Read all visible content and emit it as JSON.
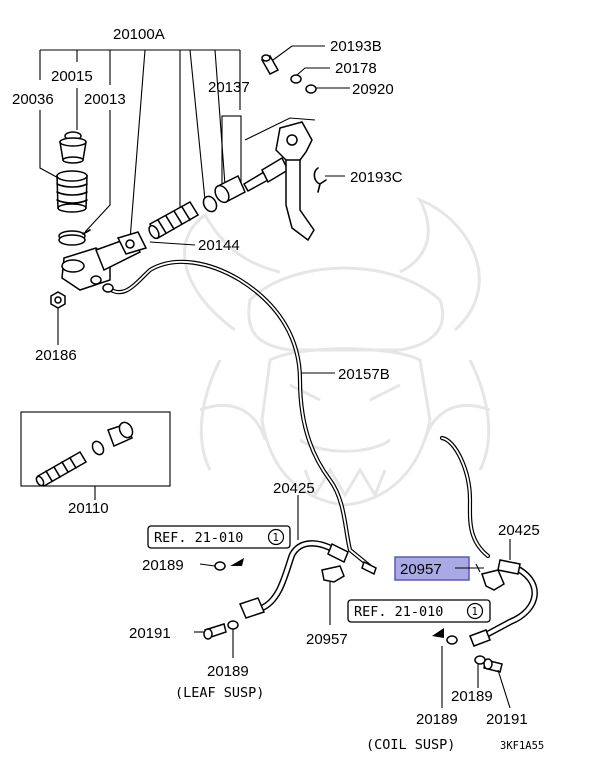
{
  "labels": {
    "p20100A": "20100A",
    "p20015": "20015",
    "p20036": "20036",
    "p20013": "20013",
    "p20137": "20137",
    "p20144": "20144",
    "p20186": "20186",
    "p20193B": "20193B",
    "p20178": "20178",
    "p20920": "20920",
    "p20193C": "20193C",
    "p20157B": "20157B",
    "p20110": "20110",
    "p20425_left": "20425",
    "p20425_right": "20425",
    "p20189_a": "20189",
    "p20191_a": "20191",
    "p20189_b": "20189",
    "p20957_a": "20957",
    "p20957_highlight": "20957",
    "p20189_c": "20189",
    "p20191_b": "20191",
    "p20189_d": "20189"
  },
  "references": {
    "ref_left": "REF. 21-010",
    "ref_left_num": "1",
    "ref_right": "REF. 21-010",
    "ref_right_num": "1"
  },
  "captions": {
    "leaf": "(LEAF SUSP)",
    "coil": "(COIL SUSP)",
    "code": "3KF1A55"
  },
  "colors": {
    "highlight_fill": "#a9a9e6",
    "highlight_border": "#5a5ab4",
    "line": "#000000",
    "watermark": "#e6e6e6"
  }
}
